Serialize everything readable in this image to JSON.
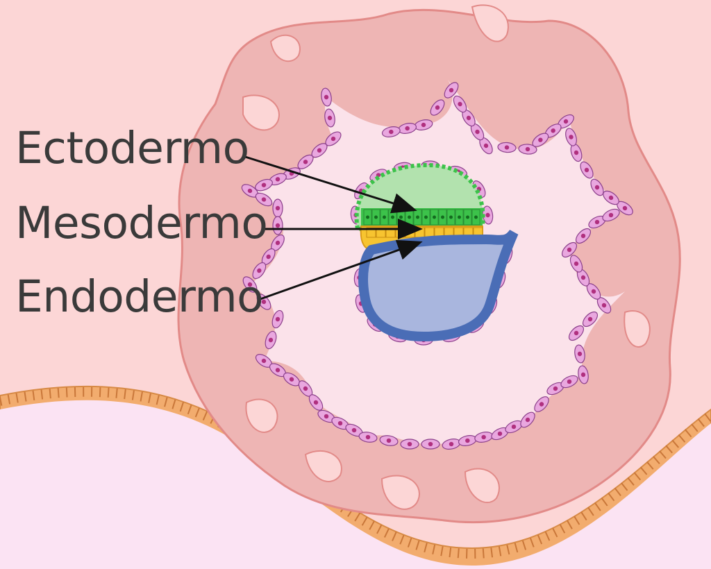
{
  "labels": {
    "ectoderm": "Ectodermo",
    "mesoderm": "Mesodermo",
    "endoderm": "Endodermo"
  },
  "colors": {
    "background": "#fcd6d6",
    "uterine_cavity": "#fbe3f3",
    "epithelium": "#f2ac6e",
    "decidua": "#eeb5b4",
    "blastocyst_cavity": "#fbe2ea",
    "trophoblast_cell": "#e9a7df",
    "nucleus": "#b0307f",
    "ectoderm": "#b2e2ae",
    "ectoderm_cells": "#3cc24a",
    "mesoderm": "#f7c430",
    "endoderm": "#a9b6de",
    "endoderm_cells": "#4a6db6",
    "arrow": "#111111",
    "label_text": "#3a3a3a"
  }
}
